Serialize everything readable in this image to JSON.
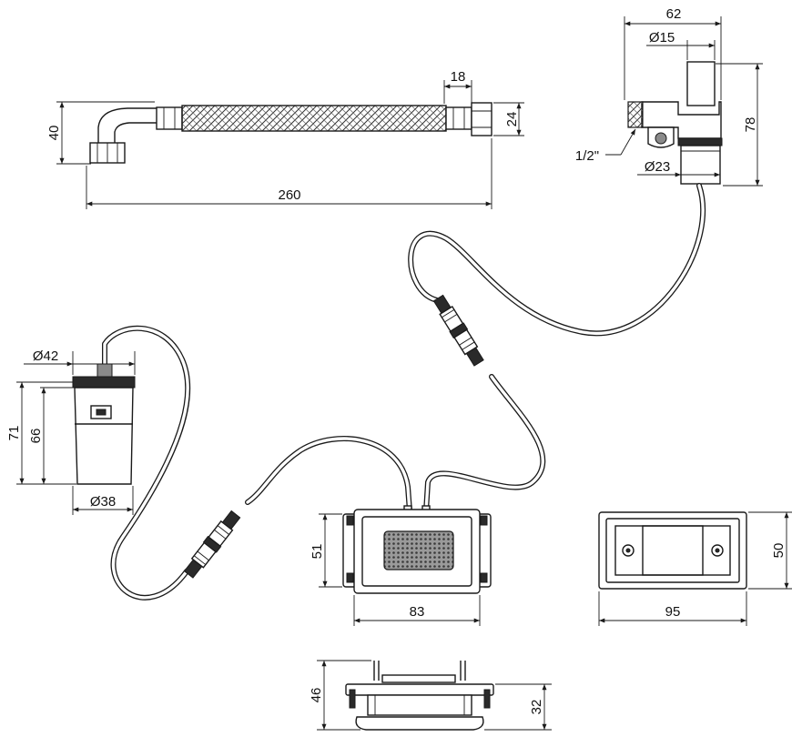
{
  "dimensions": {
    "hose_height": "40",
    "hose_nut": "18",
    "hose_diameter": "24",
    "hose_length": "260",
    "valve_width": "62",
    "valve_inner": "Ø15",
    "valve_height": "78",
    "valve_thread": "1/2\"",
    "valve_outer": "Ø23",
    "battery_top": "Ø42",
    "battery_total": "71",
    "battery_body": "66",
    "battery_bottom": "Ø38",
    "sensor_height": "51",
    "sensor_width": "83",
    "plate_width": "95",
    "plate_height": "50",
    "side_total": "46",
    "side_body": "32"
  }
}
